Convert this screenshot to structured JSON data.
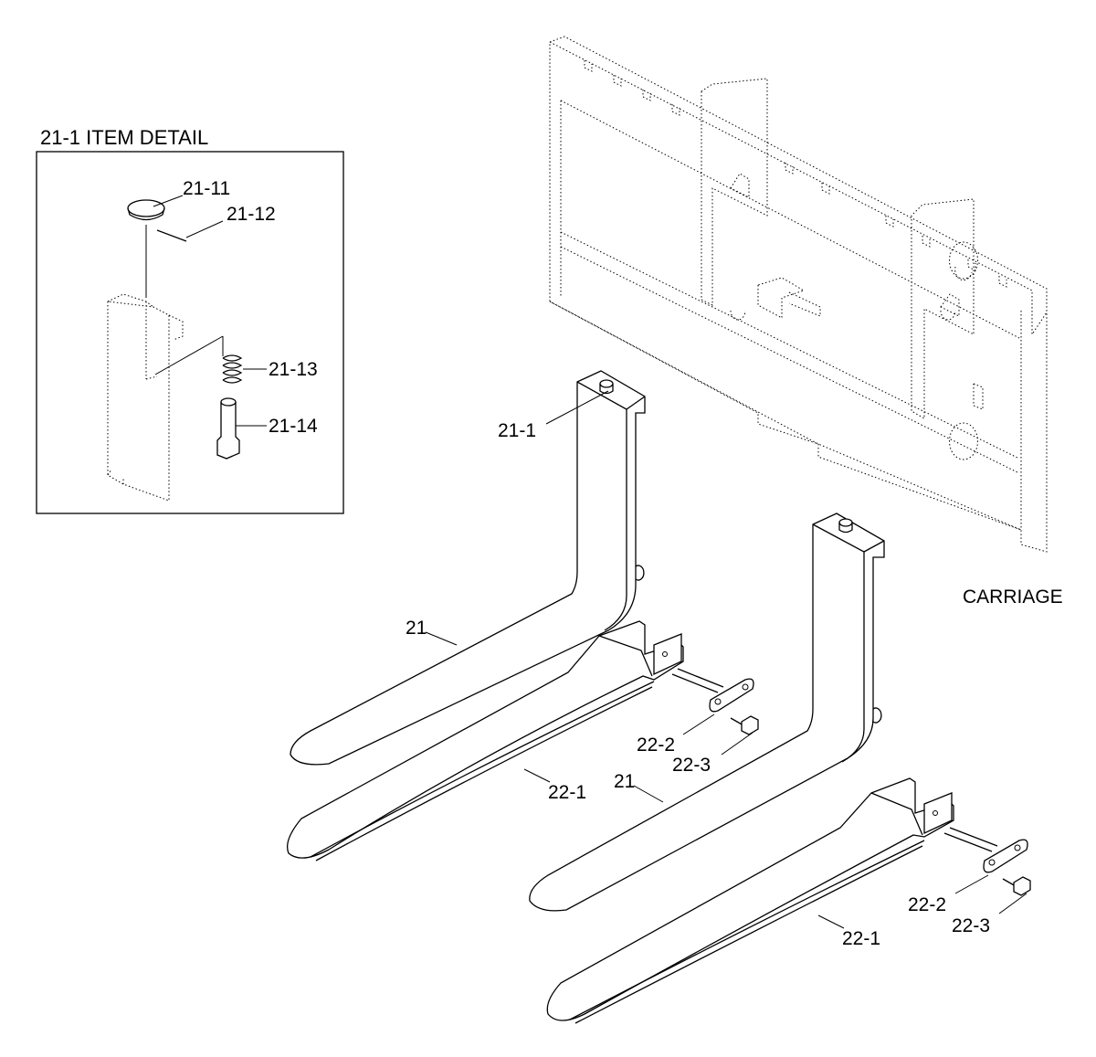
{
  "detail": {
    "title": "21-1 ITEM DETAIL",
    "labels": {
      "cap": "21-11",
      "pin": "21-12",
      "spring": "21-13",
      "lock_pin": "21-14"
    }
  },
  "carriage": {
    "label": "CARRIAGE"
  },
  "left_fork": {
    "fork": "21",
    "lock": "21-1",
    "extension": "22-1",
    "plate": "22-2",
    "bolt": "22-3"
  },
  "right_fork": {
    "fork": "21",
    "extension": "22-1",
    "plate": "22-2",
    "bolt": "22-3"
  }
}
